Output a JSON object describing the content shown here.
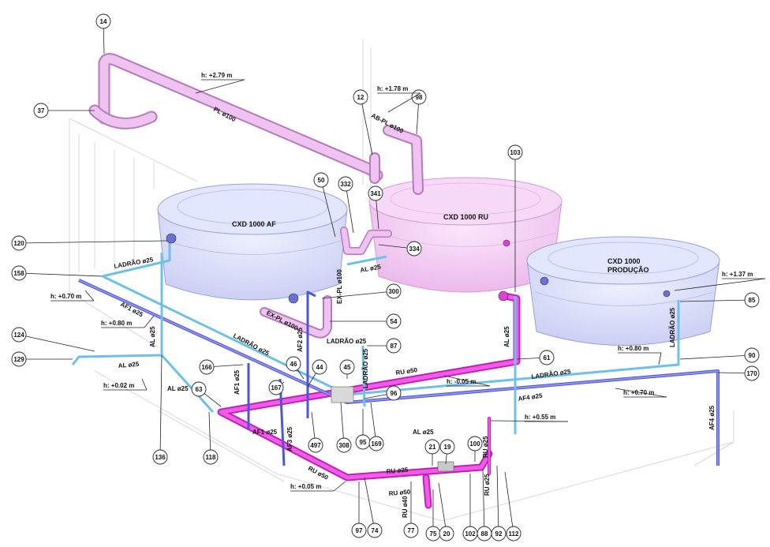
{
  "tanks": [
    {
      "name": "CXD 1000 AF",
      "sub": ""
    },
    {
      "name": "CXD 1000 RU",
      "sub": ""
    },
    {
      "name": "CXD 1000",
      "sub": "PRODUÇÃO"
    }
  ],
  "bubbles": [
    "14",
    "37",
    "12",
    "98",
    "103",
    "50",
    "332",
    "341",
    "334",
    "120",
    "158",
    "300",
    "54",
    "124",
    "129",
    "166",
    "46",
    "44",
    "45",
    "87",
    "61",
    "63",
    "167",
    "96",
    "85",
    "90",
    "170",
    "136",
    "118",
    "497",
    "308",
    "95",
    "169",
    "21",
    "19",
    "100",
    "97",
    "74",
    "77",
    "75",
    "20",
    "102",
    "88",
    "92",
    "112"
  ],
  "elevations": [
    "h: +2.79 m",
    "h: +1.78 m",
    "h: +0.70 m",
    "h: +0.80 m",
    "h: +0.02 m",
    "h: +1.37 m",
    "h: +0.80 m",
    "h: +0.70 m",
    "h: -0.05 m",
    "h: +0.55 m",
    "h: +0.05 m"
  ],
  "pipe_tags": [
    "PL ø100",
    "AB-PL ø100",
    "LADRÃO ø25",
    "AL ø25",
    "EX-PL ø100",
    "EX-PL ø100",
    "AF1 ø25",
    "LADRÃO ø25",
    "AL ø25",
    "AL ø25",
    "AL ø25",
    "AF2 ø25",
    "LADRÃO ø25",
    "RU ø50",
    "LADRÃO ø25",
    "AF1 ø25",
    "AF1 ø25",
    "AF3 ø25",
    "RU ø50",
    "RU ø25",
    "RU ø50",
    "RU ø40",
    "LADRÃO ø25",
    "AF4 ø25",
    "AL ø25",
    "RU ø25",
    "RU ø25",
    "AF4 ø25",
    "LADRÃO ø25",
    "AL ø25"
  ]
}
